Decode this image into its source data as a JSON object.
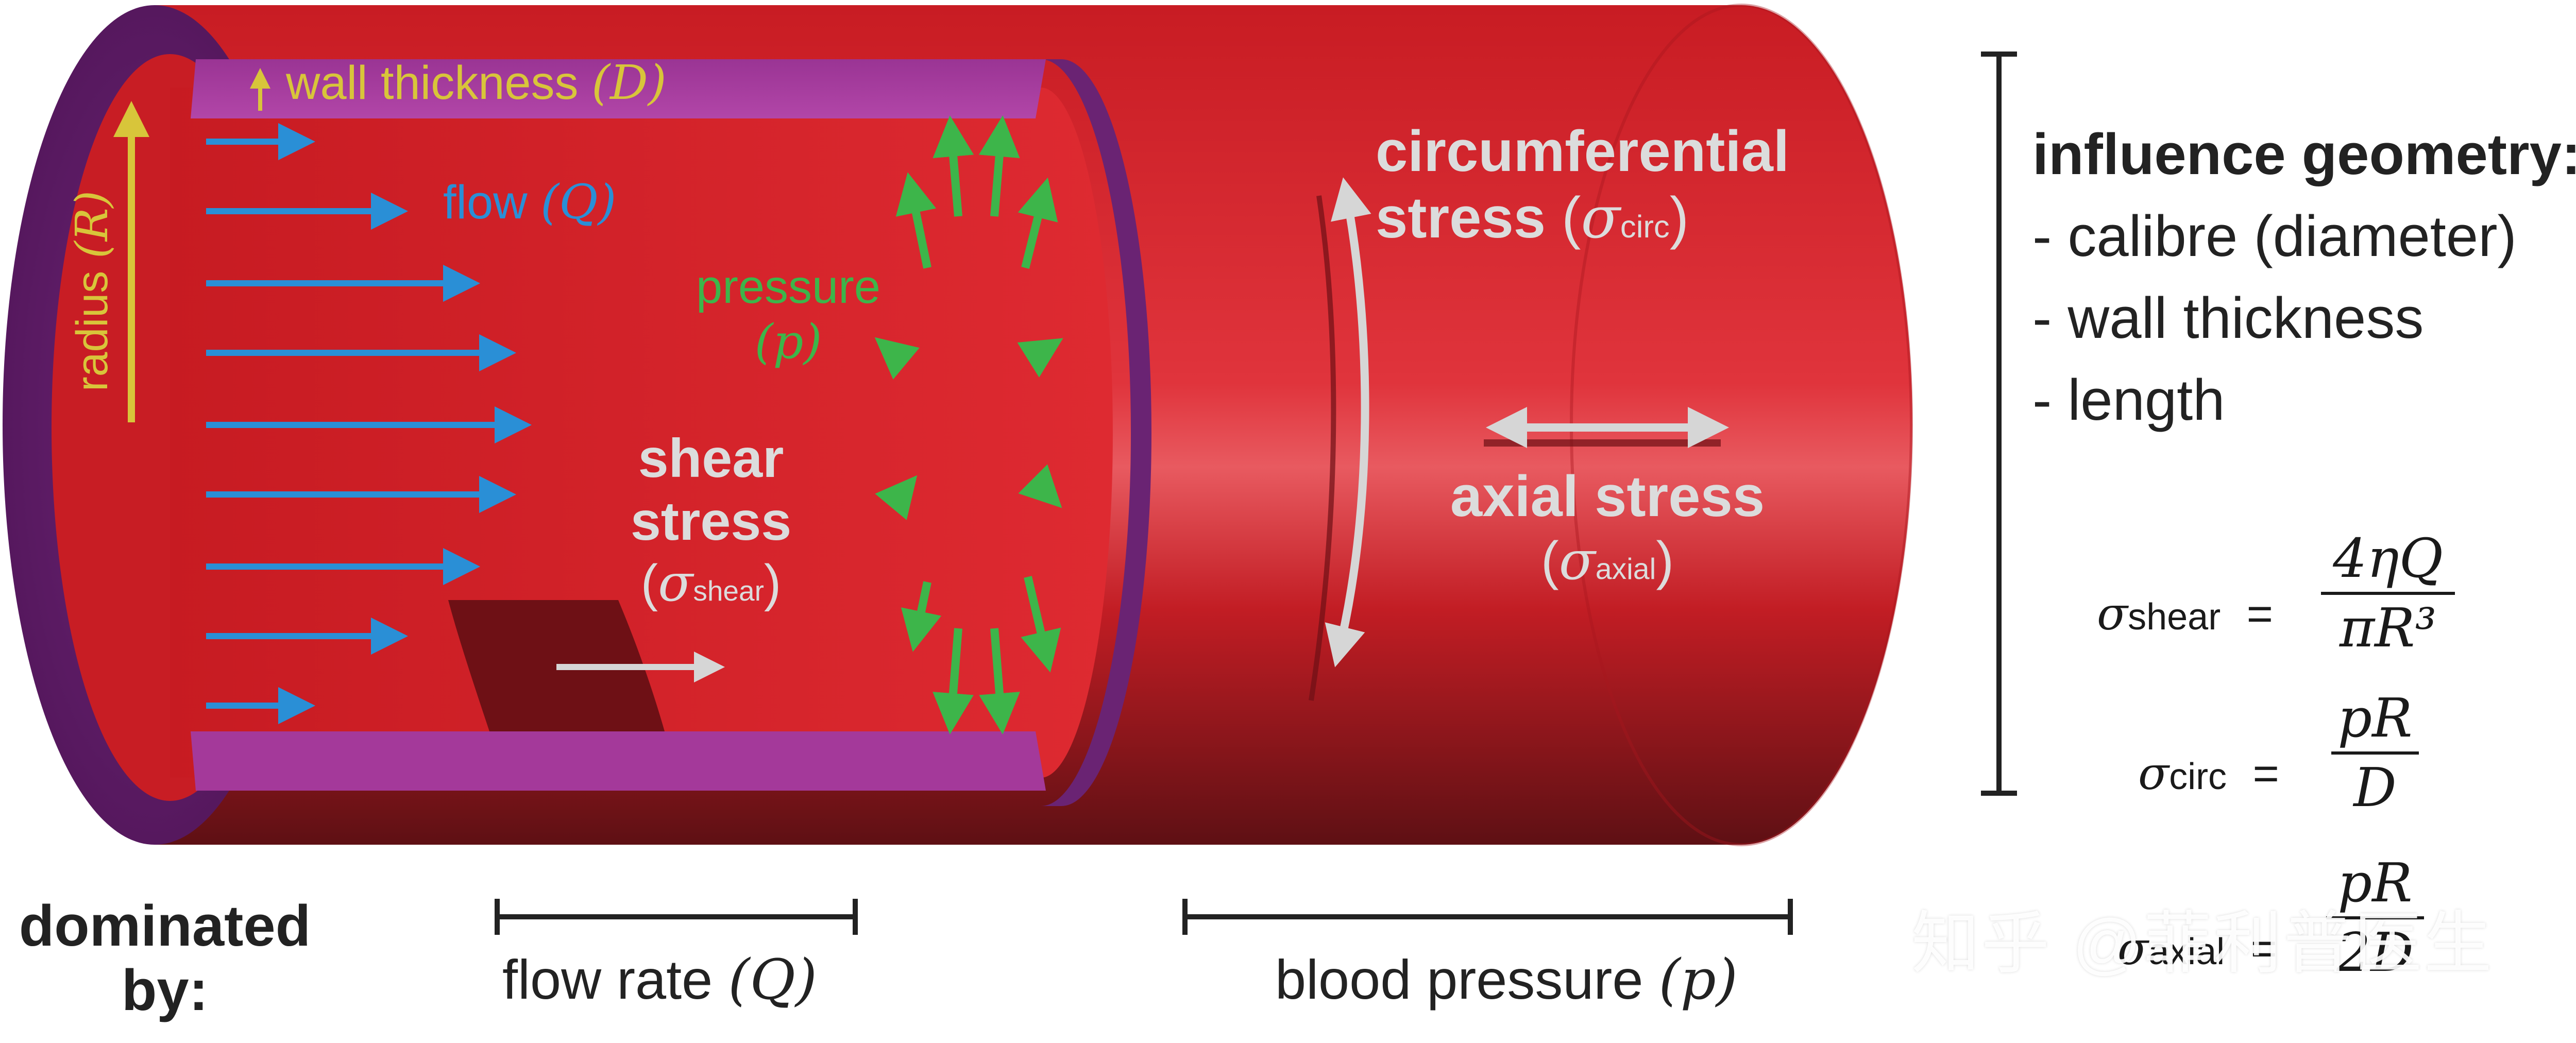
{
  "vessel_labels": {
    "wall_thickness": "wall thickness",
    "wall_thickness_symbol": "(D)",
    "radius": "radius",
    "radius_symbol": "(R)",
    "flow": "flow",
    "flow_symbol": "(Q)",
    "pressure": "pressure",
    "pressure_symbol": "(p)",
    "shear_stress_line1": "shear",
    "shear_stress_line2": "stress",
    "shear_sigma": "σ",
    "shear_sub": "shear",
    "circ_line1": "circumferential",
    "circ_line2": "stress",
    "circ_sigma": "σ",
    "circ_sub": "circ",
    "axial_line1": "axial stress",
    "axial_sigma": "σ",
    "axial_sub": "axial"
  },
  "geometry_panel": {
    "heading": "influence geometry:",
    "items": [
      "- calibre (diameter)",
      "- wall thickness",
      "- length"
    ]
  },
  "equations": {
    "shear": {
      "sigma": "σ",
      "sub": "shear",
      "eq": "=",
      "numerator": "4ηQ",
      "denominator": "πR³"
    },
    "circ": {
      "sigma": "σ",
      "sub": "circ",
      "eq": "=",
      "numerator": "pR",
      "denominator": "D"
    },
    "axial": {
      "sigma": "σ",
      "sub": "axial",
      "eq": "=",
      "numerator": "pR",
      "denominator": "2D"
    }
  },
  "dominated": {
    "label_line1": "dominated",
    "label_line2": "by:",
    "flow_rate": "flow rate",
    "flow_rate_symbol": "(Q)",
    "blood_pressure": "blood pressure",
    "blood_pressure_symbol": "(p)"
  },
  "watermark": "知乎 @菲利普医生",
  "colors": {
    "vessel_red": "#d42027",
    "vessel_dark": "#5e1014",
    "wall_purple": "#7d2a84",
    "wall_magenta": "#a4399a",
    "flow_blue": "#2a8fd6",
    "pressure_green": "#3db54a",
    "radius_yellow": "#d8c53a",
    "stress_silver": "#dcdcdc"
  }
}
